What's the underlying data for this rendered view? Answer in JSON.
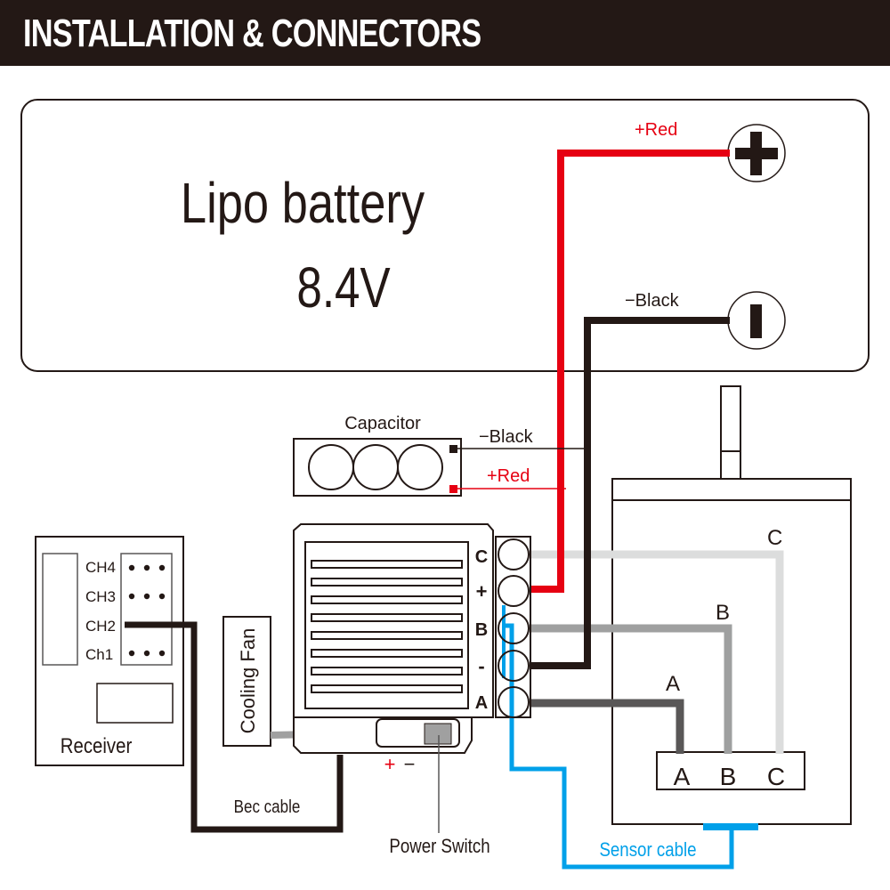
{
  "header": {
    "title": "INSTALLATION & CONNECTORS"
  },
  "colors": {
    "header_bg": "#231815",
    "red_wire": "#e60012",
    "black_wire": "#231815",
    "blue_wire": "#00a0e9",
    "phase_a": "#595757",
    "phase_b": "#9fa0a0",
    "phase_c": "#dcdddd",
    "fan_cable": "#a0a0a0"
  },
  "battery": {
    "title": "Lipo battery",
    "voltage": "8.4V",
    "plus_terminal": {
      "label": "+Red",
      "icon": "plus-terminal-icon"
    },
    "minus_terminal": {
      "label": "−Black",
      "icon": "minus-terminal-icon"
    }
  },
  "capacitor": {
    "title": "Capacitor",
    "black_label": "−Black",
    "red_label": "+Red"
  },
  "receiver": {
    "title": "Receiver",
    "channels": [
      "CH4",
      "CH3",
      "CH2",
      "Ch1"
    ],
    "connected_channel": "CH2"
  },
  "esc": {
    "pins": [
      "C",
      "+",
      "B",
      "-",
      "A"
    ],
    "switch_polarity": {
      "plus": "+",
      "minus": "−"
    }
  },
  "fan": {
    "label": "Cooling Fan"
  },
  "motor": {
    "wire_labels": [
      "C",
      "B",
      "A"
    ],
    "terminal_labels": [
      "A",
      "B",
      "C"
    ]
  },
  "labels": {
    "bec_cable": "Bec cable",
    "power_switch": "Power Switch",
    "sensor_cable": "Sensor cable"
  }
}
